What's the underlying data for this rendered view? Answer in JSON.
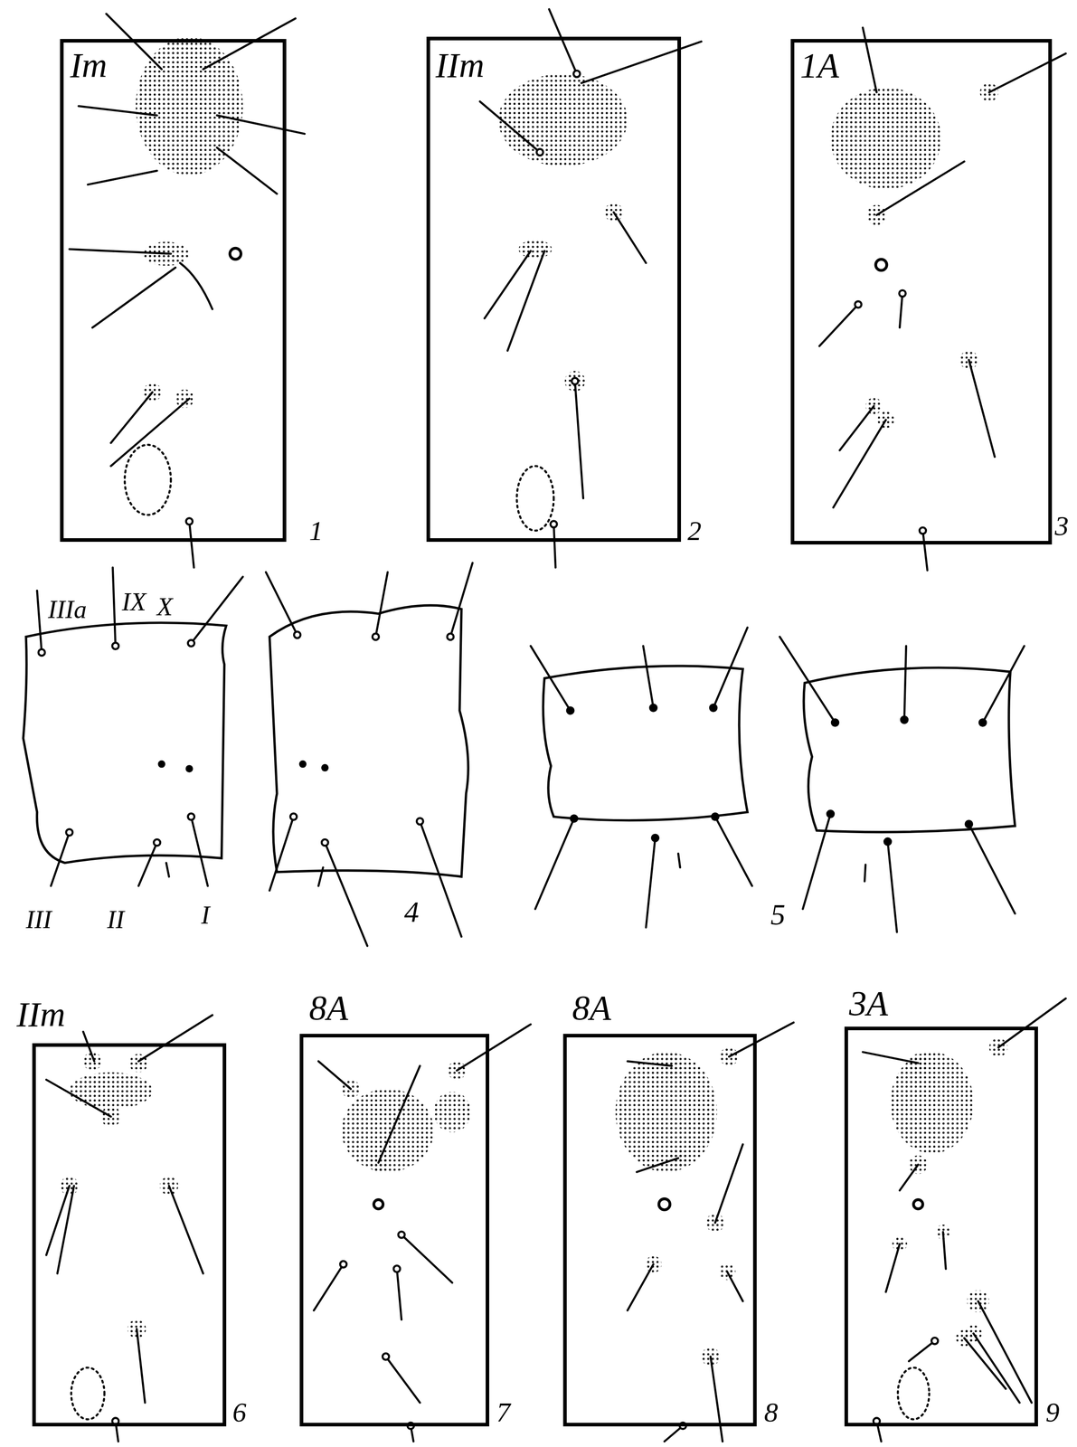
{
  "diagram": {
    "nodes": [
      {
        "text": [
          "Iт",
          "1"
        ]
      },
      {
        "text": [
          "IIт",
          "2"
        ]
      },
      {
        "text": [
          "1A",
          "3"
        ]
      },
      {
        "text": [
          "IIт",
          "6"
        ]
      },
      {
        "text": [
          "8A",
          "7"
        ]
      },
      {
        "text": [
          "8A",
          "8"
        ]
      },
      {
        "text": [
          "3A",
          "9"
        ]
      }
    ],
    "labels": [
      "IIIa",
      "IX",
      "X",
      "III",
      "II",
      "I",
      "4",
      "5"
    ]
  }
}
